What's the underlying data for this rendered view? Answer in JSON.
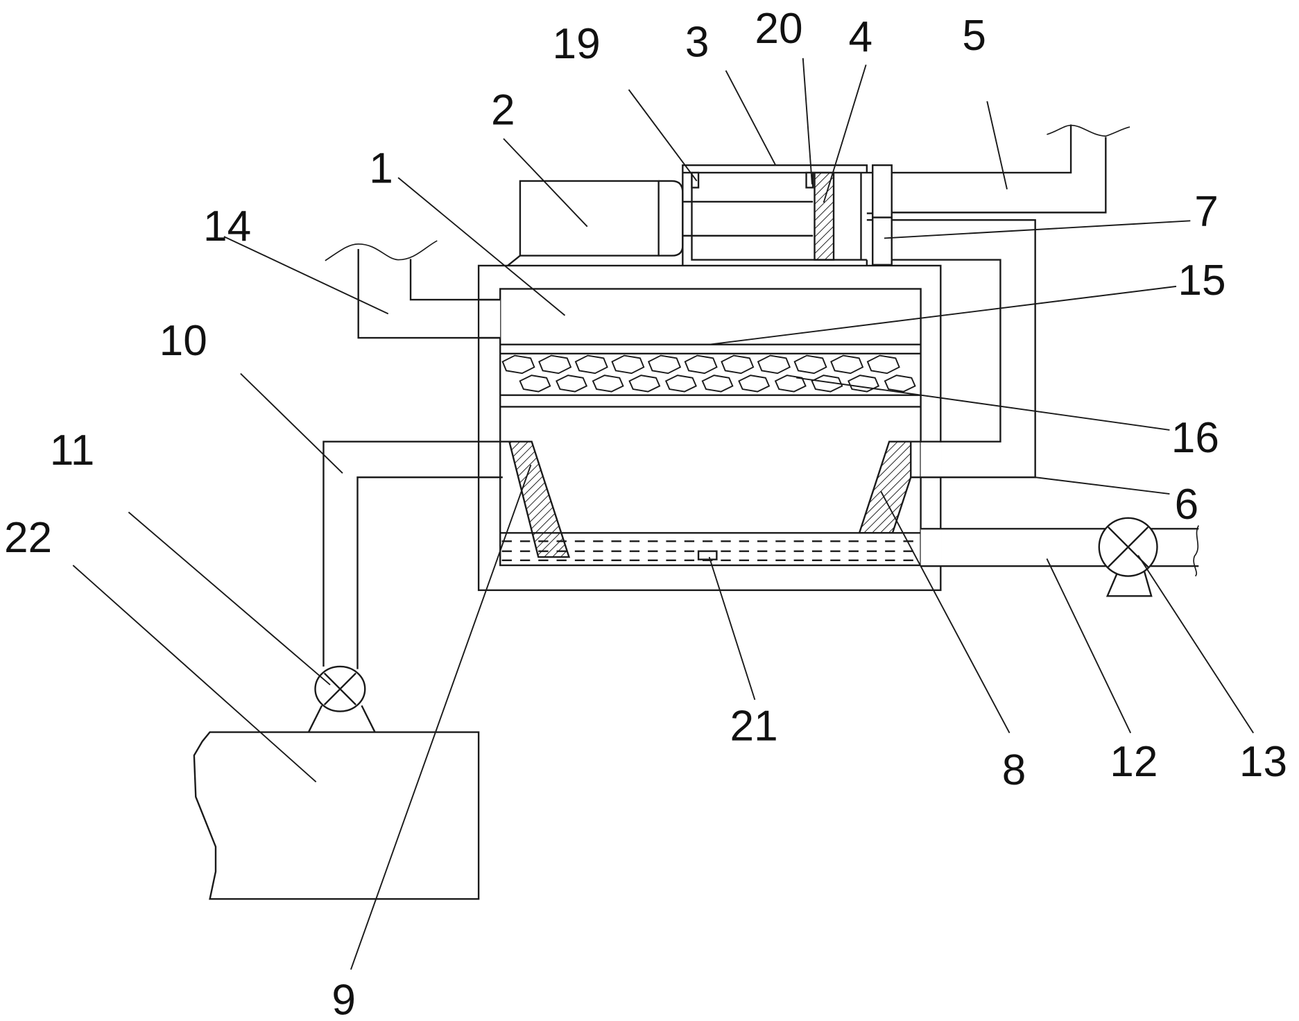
{
  "figure": {
    "type": "patent-schematic",
    "description": "Waste gas treatment device schematic with numbered reference labels",
    "line_color": "#1a1a1a",
    "background": "#ffffff"
  },
  "labels": [
    {
      "id": "1",
      "part": "box-body"
    },
    {
      "id": "2",
      "part": "motor"
    },
    {
      "id": "3",
      "part": "cylinder"
    },
    {
      "id": "4",
      "part": "piston"
    },
    {
      "id": "5",
      "part": "air-inlet-pipe"
    },
    {
      "id": "6",
      "part": "connecting-pipe"
    },
    {
      "id": "7",
      "part": "check-valve"
    },
    {
      "id": "8",
      "part": "right-spray-nozzle"
    },
    {
      "id": "9",
      "part": "left-spray-nozzle"
    },
    {
      "id": "10",
      "part": "liquid-supply-pipe"
    },
    {
      "id": "11",
      "part": "supply-pump"
    },
    {
      "id": "12",
      "part": "drain-pipe"
    },
    {
      "id": "13",
      "part": "drain-pump"
    },
    {
      "id": "14",
      "part": "exhaust-pipe"
    },
    {
      "id": "15",
      "part": "filter-plate"
    },
    {
      "id": "16",
      "part": "filter-media-layer"
    },
    {
      "id": "19",
      "part": "left-limit-block"
    },
    {
      "id": "20",
      "part": "right-limit-block"
    },
    {
      "id": "21",
      "part": "level-sensor"
    },
    {
      "id": "22",
      "part": "liquid-tank"
    }
  ]
}
